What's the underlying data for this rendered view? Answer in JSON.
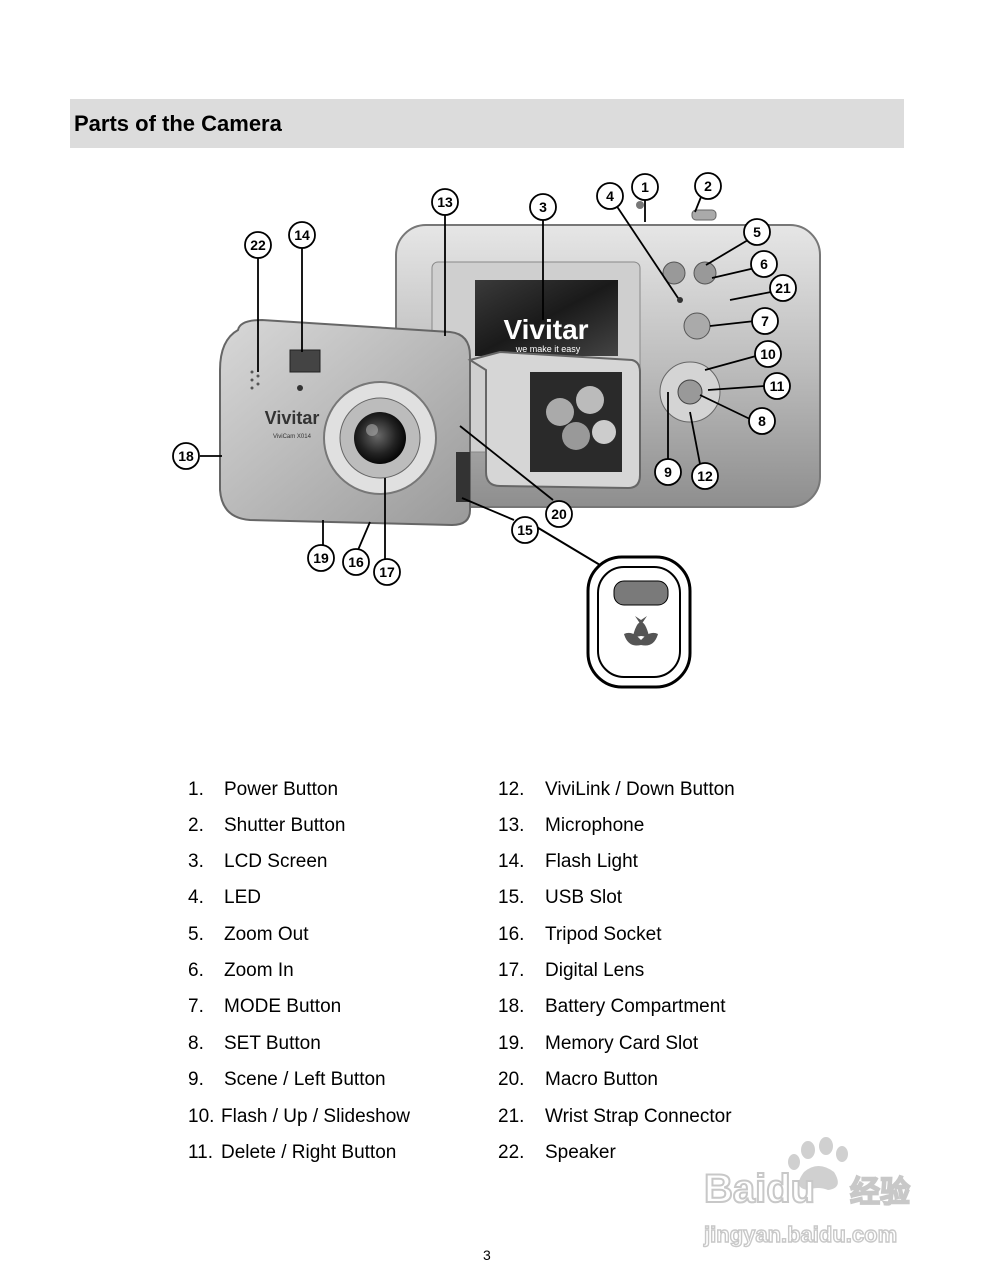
{
  "header": {
    "title": "Parts of the Camera"
  },
  "figure": {
    "brand": "Vivitar",
    "tagline": "we make it easy",
    "model": "ViviCam X014",
    "callouts": [
      "1",
      "2",
      "3",
      "4",
      "5",
      "6",
      "7",
      "8",
      "9",
      "10",
      "11",
      "12",
      "13",
      "14",
      "15",
      "16",
      "17",
      "18",
      "19",
      "20",
      "21",
      "22"
    ]
  },
  "parts": {
    "left": [
      {
        "num": "1.",
        "label": "Power Button"
      },
      {
        "num": "2.",
        "label": "Shutter Button"
      },
      {
        "num": "3.",
        "label": "LCD Screen"
      },
      {
        "num": "4.",
        "label": "LED"
      },
      {
        "num": "5.",
        "label": "Zoom Out"
      },
      {
        "num": "6.",
        "label": "Zoom In"
      },
      {
        "num": "7.",
        "label": "MODE Button"
      },
      {
        "num": "8.",
        "label": "SET Button"
      },
      {
        "num": "9.",
        "label": "Scene / Left Button"
      },
      {
        "num": "10.",
        "label": "Flash / Up / Slideshow"
      },
      {
        "num": "11.",
        "label": "Delete / Right Button"
      }
    ],
    "right": [
      {
        "num": "12.",
        "label": "ViviLink / Down Button"
      },
      {
        "num": "13.",
        "label": "Microphone"
      },
      {
        "num": "14.",
        "label": "Flash Light"
      },
      {
        "num": "15.",
        "label": "USB Slot"
      },
      {
        "num": "16.",
        "label": "Tripod Socket"
      },
      {
        "num": "17.",
        "label": "Digital Lens"
      },
      {
        "num": "18.",
        "label": "Battery Compartment"
      },
      {
        "num": "19.",
        "label": "Memory Card Slot"
      },
      {
        "num": "20.",
        "label": "Macro Button"
      },
      {
        "num": "21.",
        "label": "Wrist Strap Connector"
      },
      {
        "num": "22.",
        "label": "Speaker"
      }
    ]
  },
  "footer": {
    "page_number": "3"
  },
  "watermark": {
    "brand": "Baidu",
    "cn": "经验",
    "url": "jingyan.baidu.com"
  }
}
